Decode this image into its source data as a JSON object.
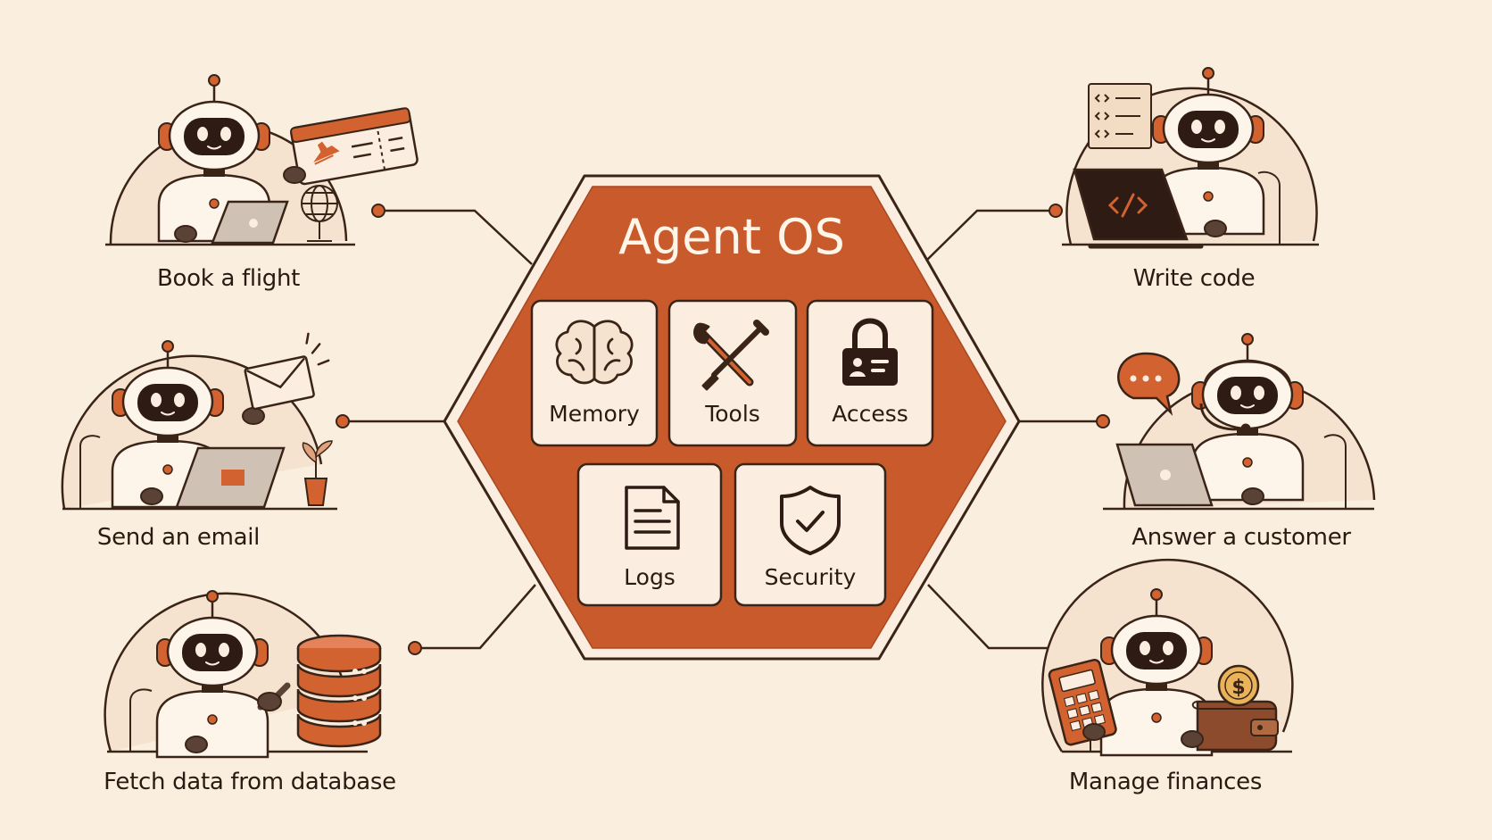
{
  "title": "Agent OS",
  "colors": {
    "background": "#faeedf",
    "hex_fill": "#c85a2c",
    "accent": "#d2622f",
    "ink": "#2b1a12",
    "tile": "#fbeee0",
    "robot_face": "#2e1c14"
  },
  "modules": [
    {
      "label": "Memory",
      "icon": "brain-icon"
    },
    {
      "label": "Tools",
      "icon": "tools-icon"
    },
    {
      "label": "Access",
      "icon": "lock-icon"
    },
    {
      "label": "Logs",
      "icon": "document-icon"
    },
    {
      "label": "Security",
      "icon": "shield-check-icon"
    }
  ],
  "tasks": {
    "left": [
      {
        "label": "Book a flight",
        "icon": "plane-ticket-icon"
      },
      {
        "label": "Send an email",
        "icon": "envelope-icon"
      },
      {
        "label": "Fetch data from database",
        "icon": "database-icon"
      }
    ],
    "right": [
      {
        "label": "Write code",
        "icon": "code-laptop-icon"
      },
      {
        "label": "Answer a customer",
        "icon": "chat-bubble-icon"
      },
      {
        "label": "Manage finances",
        "icon": "calculator-wallet-icon"
      }
    ]
  }
}
